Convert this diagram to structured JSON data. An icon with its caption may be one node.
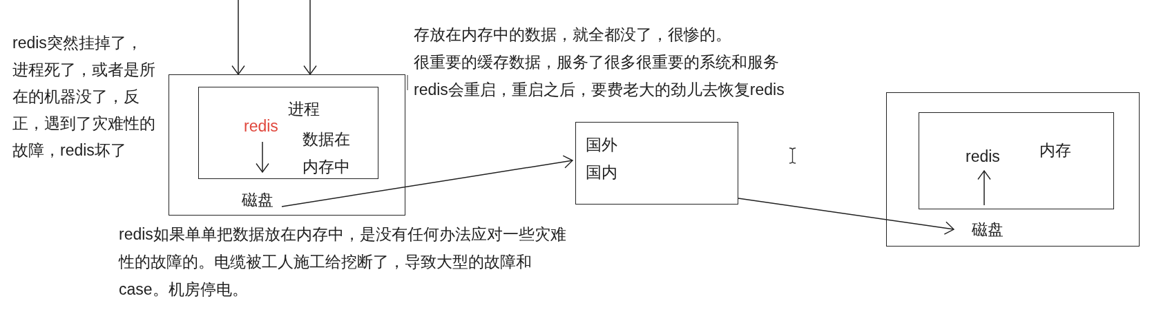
{
  "diagram": {
    "nodes": [
      {
        "text": [],
        "shape": "box"
      },
      {
        "text": [
          "进程",
          "数据在内存中"
        ],
        "in": 0
      },
      {
        "text": [
          "redis"
        ],
        "in": 1
      },
      {
        "text": [
          "磁盘"
        ],
        "in": 0
      },
      {
        "text": [
          "国外",
          "国内"
        ]
      },
      {
        "text": [],
        "shape": "box"
      },
      {
        "text": [
          "内存"
        ],
        "in": 5
      },
      {
        "text": [
          "redis"
        ],
        "in": 6
      },
      {
        "text": [
          "磁盘"
        ],
        "in": 5
      }
    ],
    "edges": [
      {
        "from": null,
        "to": 0,
        "arrow": "to"
      },
      {
        "from": null,
        "to": 0,
        "arrow": "to"
      },
      {
        "from": 2,
        "to": 3,
        "arrow": "to"
      },
      {
        "from": 3,
        "to": 4,
        "arrow": "to"
      },
      {
        "from": 4,
        "to": 8,
        "arrow": "to"
      },
      {
        "from": 8,
        "to": 7,
        "arrow": "to"
      }
    ],
    "labels": [
      "redis突然挂掉了，进程死了，或者是所在的机器没了，反正，遇到了灾难性的故障，redis坏了",
      "存放在内存中的数据，就全都没了，很惨的。",
      "很重要的缓存数据，服务了很多很重要的系统和服务",
      "redis会重启，重启之后，要费老大的劲儿去恢复redis",
      "redis如果单单把数据放在内存中，是没有任何办法应对一些灾难性的故障的。电缆被工人施工给挖断了，导致大型的故障和case。机房停电。"
    ]
  }
}
